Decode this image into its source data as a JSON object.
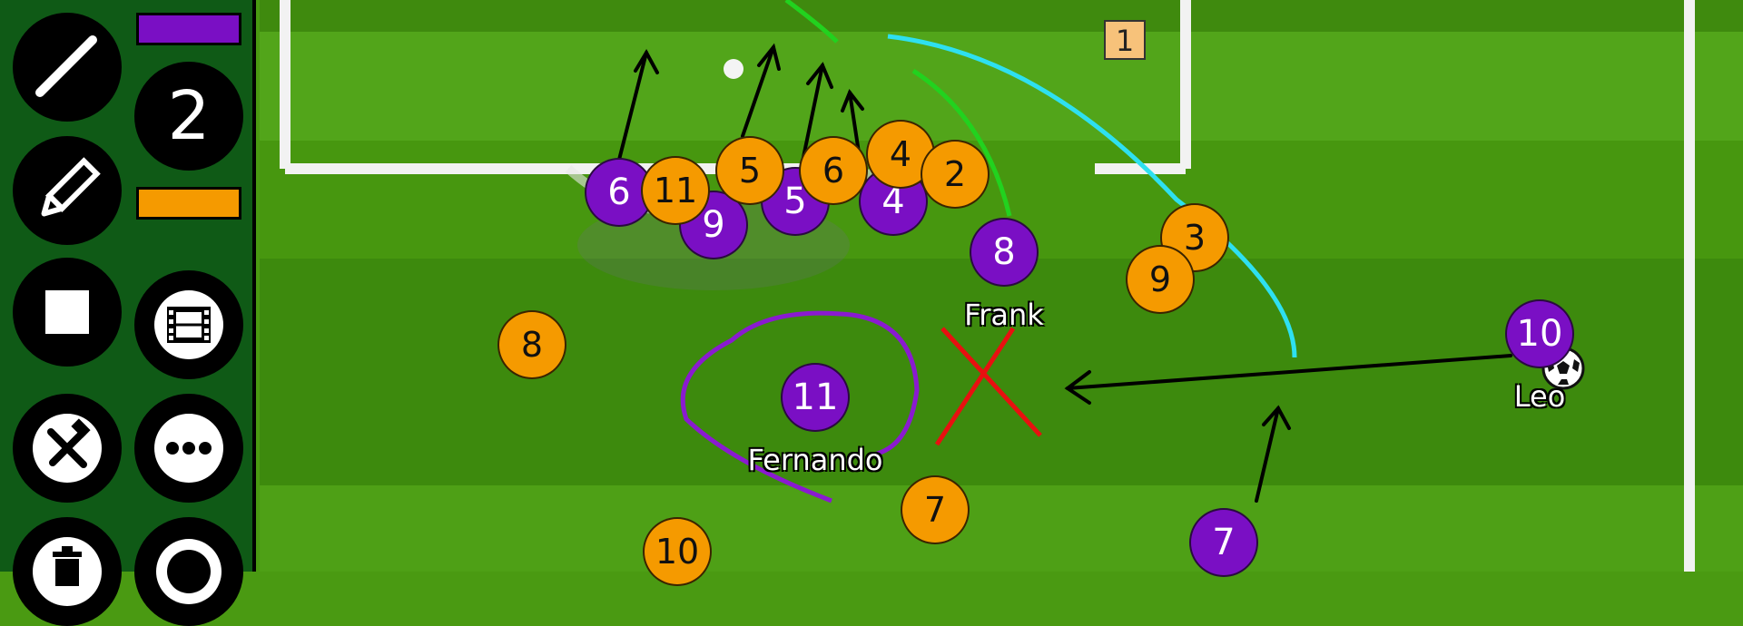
{
  "toolbar": {
    "line_number": "2",
    "primary_color": "#7a0fc4",
    "secondary_color": "#f59a00",
    "tools": [
      {
        "icon": "line-icon"
      },
      {
        "icon": "pencil-icon"
      },
      {
        "icon": "square-icon"
      },
      {
        "icon": "film-icon"
      },
      {
        "icon": "tools-icon"
      },
      {
        "icon": "more-icon"
      },
      {
        "icon": "trash-icon"
      },
      {
        "icon": "circle-icon"
      }
    ]
  },
  "pitch": {
    "marker_label": "1",
    "team_purple": {
      "color": "#7a0fc4",
      "players": [
        {
          "number": "6",
          "name": ""
        },
        {
          "number": "9",
          "name": ""
        },
        {
          "number": "5",
          "name": ""
        },
        {
          "number": "4",
          "name": ""
        },
        {
          "number": "8",
          "name": "Frank"
        },
        {
          "number": "11",
          "name": "Fernando"
        },
        {
          "number": "10",
          "name": "Leo"
        },
        {
          "number": "7",
          "name": ""
        }
      ]
    },
    "team_orange": {
      "color": "#f59a00",
      "players": [
        {
          "number": "11"
        },
        {
          "number": "5"
        },
        {
          "number": "6"
        },
        {
          "number": "4"
        },
        {
          "number": "2"
        },
        {
          "number": "3"
        },
        {
          "number": "9"
        },
        {
          "number": "8"
        },
        {
          "number": "7"
        },
        {
          "number": "10"
        }
      ]
    },
    "drawing_colors": {
      "arrow": "#000000",
      "pass_curve": "#2ee0f0",
      "run_curve": "#22d21e",
      "circle": "#8a1ad0",
      "cross": "#e81010"
    }
  }
}
